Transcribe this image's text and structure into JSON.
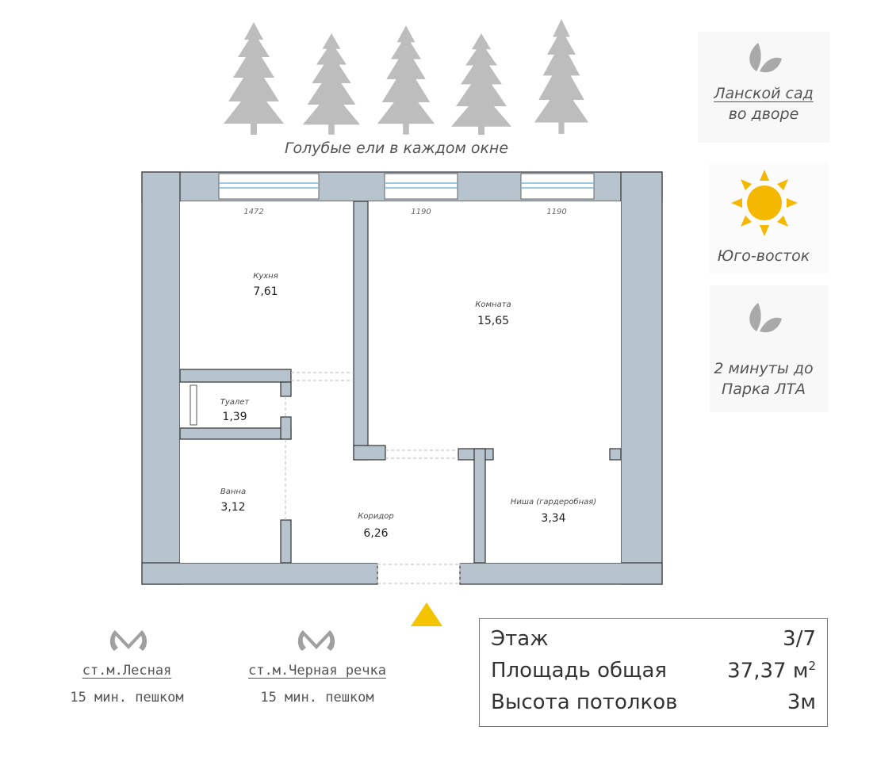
{
  "header": {
    "caption": "Голубые ели в каждом окне"
  },
  "sidebar": {
    "garden_line1": "Ланской сад",
    "garden_line2": "во дворе",
    "orientation": "Юго-восток",
    "park_line1": "2 минуты до",
    "park_line2": "Парка ЛТА"
  },
  "plan": {
    "dimensions": [
      "1472",
      "1190",
      "1190"
    ],
    "rooms": [
      {
        "name": "Кухня",
        "area": "7,61"
      },
      {
        "name": "Комната",
        "area": "15,65"
      },
      {
        "name": "Туалет",
        "area": "1,39"
      },
      {
        "name": "Ванна",
        "area": "3,12"
      },
      {
        "name": "Коридор",
        "area": "6,26"
      },
      {
        "name": "Ниша (гардеробная)",
        "area": "3,34"
      }
    ]
  },
  "metro": [
    {
      "name": "ст.м.Лесная",
      "time": "15 мин. пешком"
    },
    {
      "name": "ст.м.Черная речка",
      "time": "15 мин. пешком"
    }
  ],
  "info": {
    "floor_label": "Этаж",
    "floor_value": "3/7",
    "area_label": "Площадь общая",
    "area_value": "37,37 м",
    "area_unit_sup": "2",
    "ceiling_label": "Высота потолков",
    "ceiling_value": "3м"
  },
  "colors": {
    "wall": "#b7c4ce",
    "tree": "#bdbdbd",
    "leaf": "#a9a9a9",
    "sun": "#f5b800",
    "entrance_marker": "#f5c400",
    "metro_logo": "#a0a0a0"
  },
  "icons": [
    "tree-icon",
    "leaf-icon",
    "sun-icon",
    "metro-logo-icon",
    "entrance-triangle-icon"
  ]
}
